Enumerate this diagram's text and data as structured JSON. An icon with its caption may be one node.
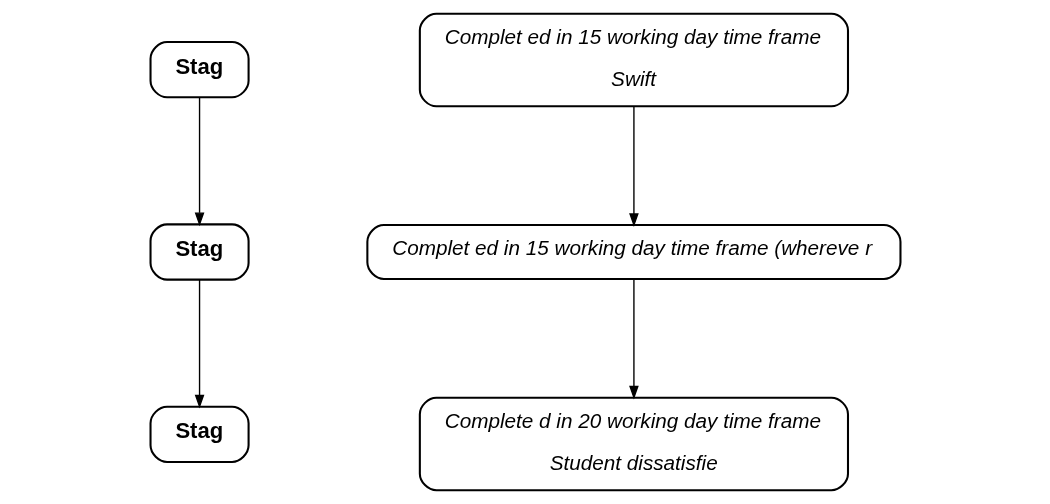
{
  "diagram": {
    "nodes": [
      {
        "text": [
          "Stag"
        ]
      },
      {
        "text": [
          "Stag"
        ]
      },
      {
        "text": [
          "Stag"
        ]
      },
      {
        "text": [
          "Complet ed in 15 working day time frame",
          "Swift"
        ]
      },
      {
        "text": [
          "Complet ed in 15 working day time frame (whereve r"
        ]
      },
      {
        "text": [
          "Complete d in 20 working day time frame",
          "Student dissatisfie"
        ]
      }
    ],
    "edges": [
      {
        "from": 0,
        "to": 1,
        "arrow": "to"
      },
      {
        "from": 1,
        "to": 2,
        "arrow": "to"
      },
      {
        "from": 3,
        "to": 4,
        "arrow": "to"
      },
      {
        "from": 4,
        "to": 5,
        "arrow": "to"
      }
    ]
  }
}
